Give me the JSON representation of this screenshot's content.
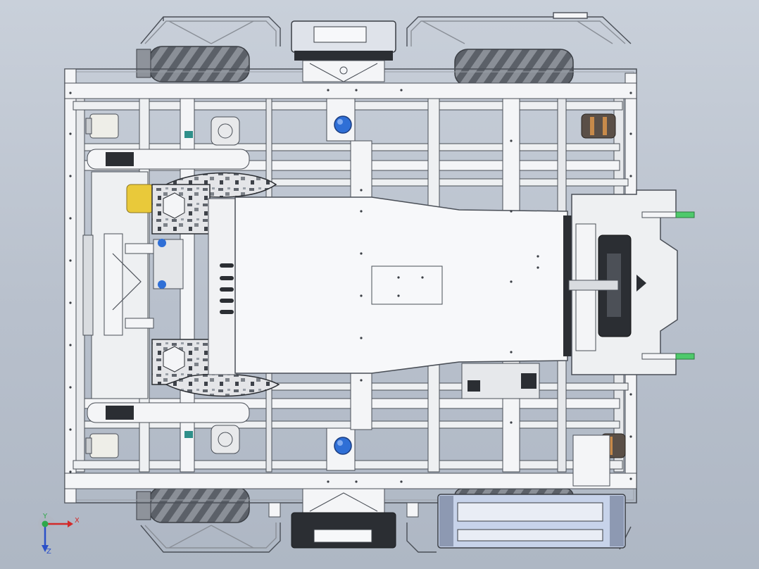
{
  "viewport": {
    "background_top": "#c9d0da",
    "background_bottom": "#aeb7c4",
    "frame_color": "#f4f5f7",
    "frame_edge": "#4a4f57",
    "plate_color": "#ecedf0",
    "wheel_color": "#7b8088",
    "accent_blue": "#2f6fd6",
    "accent_green": "#4ec96b",
    "accent_yellow": "#e9c93a",
    "bumper_blue": "#c7d3ea"
  },
  "triad": {
    "x_label": "X",
    "y_label": "Y",
    "z_label": "Z",
    "x_color": "#d22a2a",
    "y_color": "#2ea84a",
    "z_color": "#2b50c8"
  }
}
